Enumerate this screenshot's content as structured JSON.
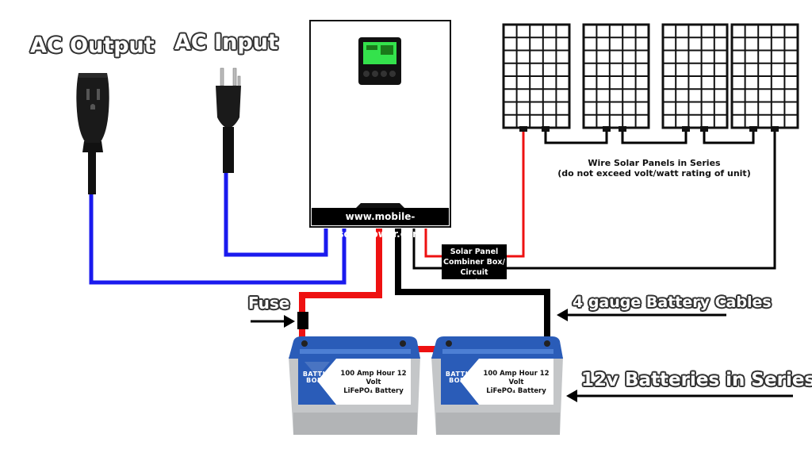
{
  "labels": {
    "ac_output": "AC Output",
    "ac_input": "AC Input",
    "fuse": "Fuse",
    "battery_cables": "4 gauge Battery Cables",
    "batteries_series": "12v Batteries in Series",
    "solar_series_line1": "Wire Solar Panels in Series",
    "solar_series_line2": "(do not exceed volt/watt rating of unit)"
  },
  "inverter": {
    "website": "www.mobile-solarpower.com"
  },
  "combiner_box": {
    "line1": "Solar Panel",
    "line2": "Combiner Box/",
    "line3": "Circuit Breakers"
  },
  "batteries": [
    {
      "brand_line1": "BATTLE",
      "brand_line2": "BORN",
      "model_line1": "100 Amp Hour 12 Volt",
      "model_line2": "LiFePO₄ Battery"
    },
    {
      "brand_line1": "BATTLE",
      "brand_line2": "BORN",
      "model_line1": "100 Amp Hour 12 Volt",
      "model_line2": "LiFePO₄ Battery"
    }
  ],
  "colors": {
    "positive": "#ee1111",
    "negative": "#000000",
    "ac_wire": "#1a1aee",
    "battery_lid": "#2a5cb8",
    "battery_body": "#c4c6c8"
  },
  "icons": [
    "ac-output-socket-icon",
    "ac-input-plug-icon",
    "lcd-display-icon",
    "solar-panel-icon",
    "battery-icon",
    "fuse-icon",
    "arrow-icon"
  ]
}
